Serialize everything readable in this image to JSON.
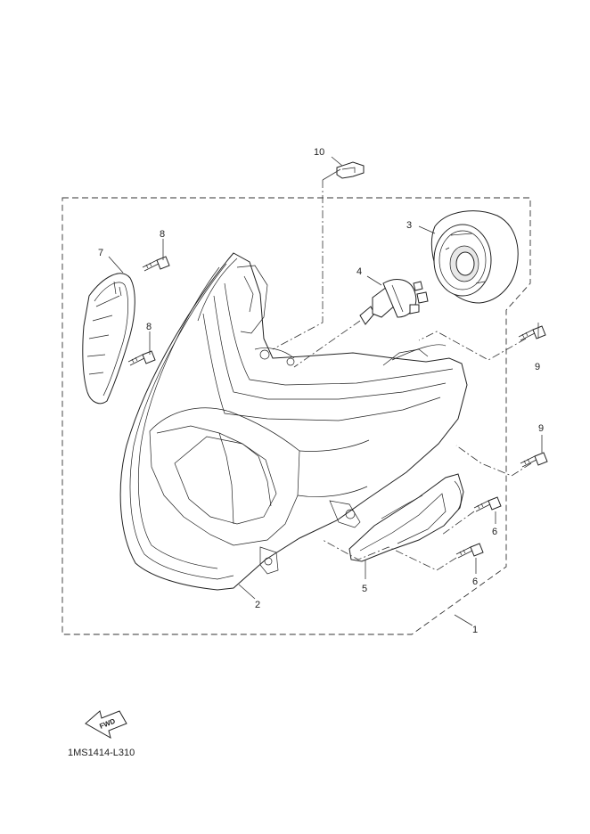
{
  "diagram_code": "1MS1414-L310",
  "fwd_label": "FWD",
  "callouts": {
    "c1": "1",
    "c2": "2",
    "c3": "3",
    "c4": "4",
    "c5": "5",
    "c6a": "6",
    "c6b": "6",
    "c7": "7",
    "c8a": "8",
    "c8b": "8",
    "c9a": "9",
    "c9b": "9",
    "c10": "10"
  }
}
